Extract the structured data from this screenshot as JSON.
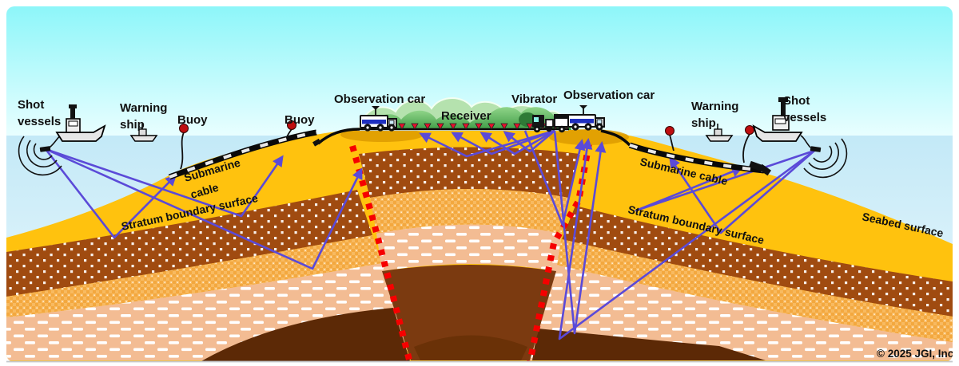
{
  "labels": {
    "shot_vessels_left": {
      "line1": "Shot",
      "line2": "vessels"
    },
    "warning_ship_left": {
      "line1": "Warning",
      "line2": "ship"
    },
    "buoy_left_outer": "Buoy",
    "buoy_left_inner": "Buoy",
    "observation_car_left": "Observation car",
    "receiver": "Receiver",
    "vibrator": "Vibrator",
    "observation_car_right": "Observation car",
    "warning_ship_right": {
      "line1": "Warning",
      "line2": "ship"
    },
    "shot_vessels_right": {
      "line1": "Shot",
      "line2": "vessels"
    },
    "submarine_cable_left": {
      "line1": "Submarine",
      "line2": "cable"
    },
    "submarine_cable_right": "Submarine cable",
    "stratum_boundary_left": "Stratum boundary surface",
    "stratum_boundary_right": "Stratum boundary surface",
    "seabed_surface": "Seabed surface",
    "copyright": "© 2025 JGI, Inc."
  },
  "colors": {
    "sky_top": "#8DF6F9",
    "sky_bottom": "#E9FEFF",
    "sea_top": "#C3E9F7",
    "sea_bottom": "#EEF9FD",
    "sand": "#FFC20E",
    "layer_dots_base": "#A04B10",
    "layer_check_base": "#F8BA60",
    "layer_dash_base": "#F3BC93",
    "basement_side": "#5C2906",
    "basement_center": "#7B3A10",
    "basement_center_lower": "#6A3107",
    "fault_red": "#F60000",
    "ray_purple": "#5B4AD8",
    "buoy_red": "#BE0E10",
    "hill_back": "#B5E2AE",
    "hill_front_top": "#8FD488",
    "hill_front_bottom": "#3F9C46",
    "truck_stripe_blue": "#1F2FC0",
    "cable_black": "#0A0A0A"
  }
}
